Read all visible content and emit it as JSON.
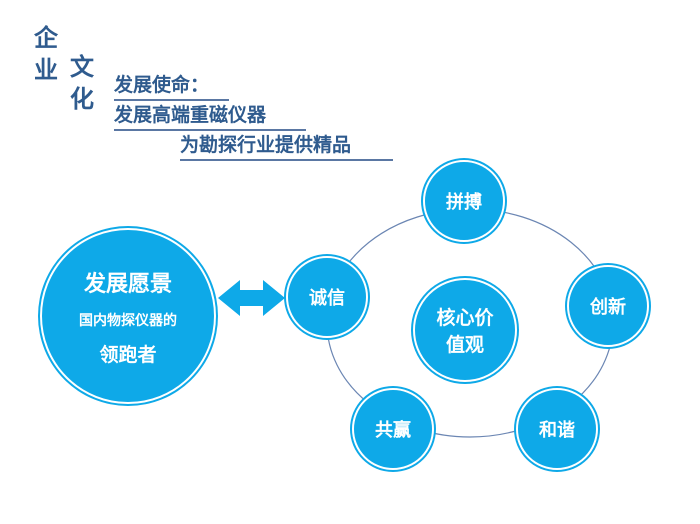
{
  "title": {
    "chars": [
      "企",
      "业",
      "文",
      "化"
    ]
  },
  "mission": {
    "label": "发展使命：",
    "line1": "发展高端重磁仪器",
    "line2": "为勘探行业提供精品"
  },
  "vision": {
    "title": "发展愿景",
    "line1": "国内物探仪器的",
    "line2": "领跑者"
  },
  "values": {
    "center_line1": "核心价",
    "center_line2": "值观",
    "items": [
      "拼搏",
      "创新",
      "和谐",
      "共赢",
      "诚信"
    ]
  },
  "colors": {
    "primary": "#0ea9e8",
    "title": "#2f5b8e"
  }
}
